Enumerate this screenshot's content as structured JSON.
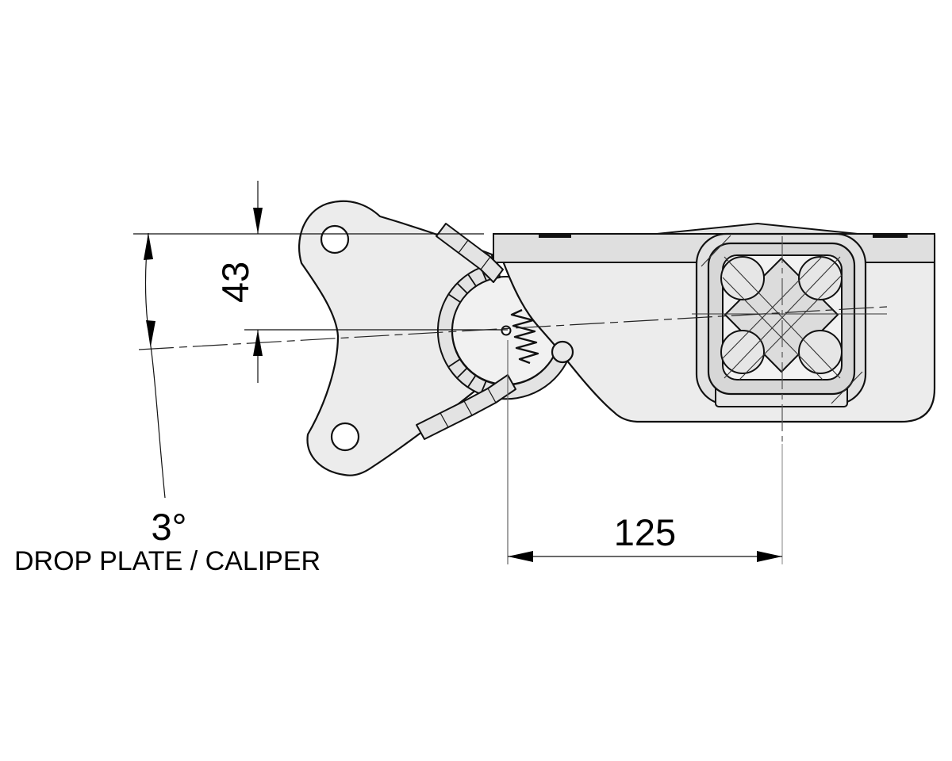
{
  "dims": {
    "vertical": "43",
    "horizontal": "125",
    "angle": "3°",
    "caption": "DROP PLATE / CALIPER"
  },
  "colors": {
    "line": "#111111",
    "part_fill": "#ececec",
    "flange_fill": "#dfdfdf",
    "tube_wall_fill": "#d7d7d7",
    "tube_inner_fill": "#f2f2f2",
    "diamond_fill": "#dcdcdc",
    "rubber_cord_fill": "#e6e6e6",
    "background": "#ffffff"
  }
}
